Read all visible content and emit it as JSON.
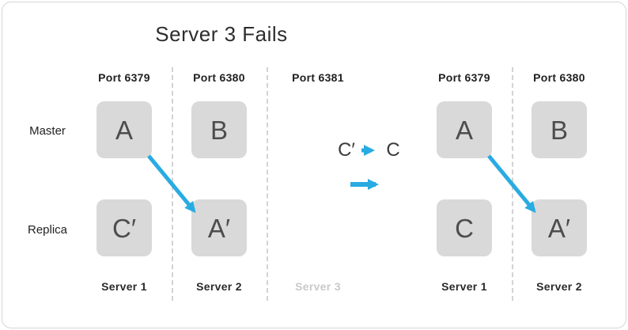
{
  "title": "Server 3 Fails",
  "row_labels": {
    "master": "Master",
    "replica": "Replica"
  },
  "left_panel": {
    "ports": [
      "Port 6379",
      "Port 6380",
      "Port 6381"
    ],
    "master_boxes": [
      "A",
      "B"
    ],
    "replica_boxes": [
      "C′",
      "A′"
    ],
    "servers": [
      "Server 1",
      "Server 2",
      "Server 3"
    ]
  },
  "transition": {
    "from_label": "C′",
    "to_label": "C"
  },
  "right_panel": {
    "ports": [
      "Port 6379",
      "Port 6380"
    ],
    "master_boxes": [
      "A",
      "B"
    ],
    "replica_boxes": [
      "C",
      "A′"
    ],
    "servers": [
      "Server 1",
      "Server 2"
    ]
  },
  "colors": {
    "arrow": "#29abe2",
    "box_fill": "#d9d9d9",
    "text_dark": "#2d2d2d",
    "muted_server": "#c9c9c9"
  }
}
